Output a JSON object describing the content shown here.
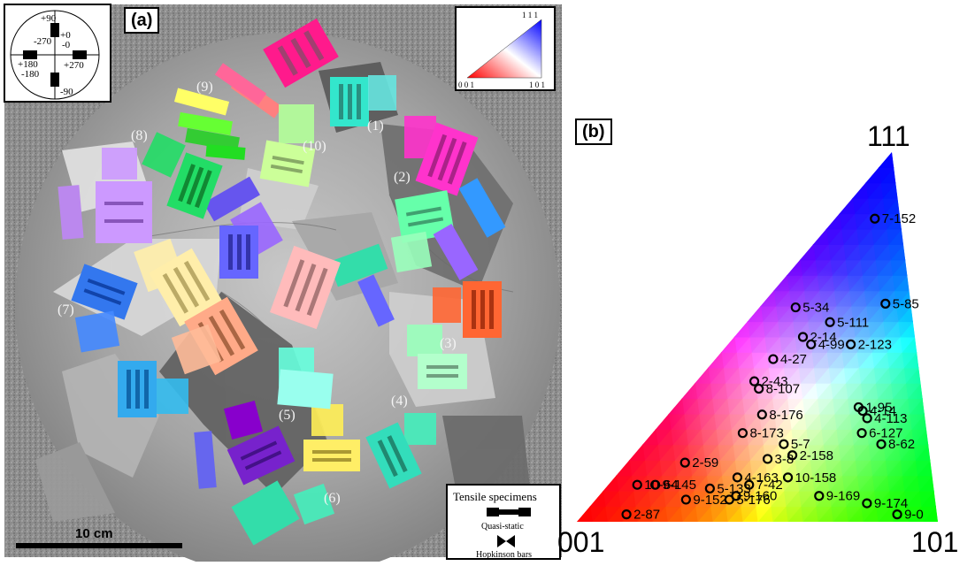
{
  "panel_a": {
    "label": "(a)",
    "orientation_key": [
      "+90",
      "-270",
      "+0",
      "-0",
      "+180",
      "-180",
      "+270",
      "-90"
    ],
    "grain_labels": [
      "(1)",
      "(2)",
      "(3)",
      "(4)",
      "(5)",
      "(6)",
      "(7)",
      "(8)",
      "(9)",
      "(10)"
    ],
    "ipf_key_labels": {
      "top": "1 1 1",
      "left": "0 0 1",
      "right": "1 0 1"
    },
    "scale_bar": "10 cm",
    "legend": {
      "title": "Tensile specimens",
      "quasi_static": "Quasi-static",
      "hopkinson": "Hopkinson bars"
    }
  },
  "panel_b": {
    "label": "(b)",
    "corner_labels": {
      "top": "111",
      "left": "001",
      "right": "101"
    }
  },
  "chart_data": {
    "type": "scatter",
    "title": "",
    "coordinate_system": "inverse pole figure (cubic standard triangle 001-101-111)",
    "colors": {
      "001": "#ff0000",
      "101": "#00ff00",
      "111": "#0000ff"
    },
    "points": [
      {
        "label": "5-34",
        "a": 0.32,
        "b": 0.58
      },
      {
        "label": "7-152",
        "a": 0.07,
        "b": 0.82
      },
      {
        "label": "2-14",
        "a": 0.31,
        "b": 0.5
      },
      {
        "label": "5-111",
        "a": 0.23,
        "b": 0.54
      },
      {
        "label": "4-27",
        "a": 0.4,
        "b": 0.44
      },
      {
        "label": "4-99",
        "a": 0.29,
        "b": 0.48
      },
      {
        "label": "5-85",
        "a": 0.07,
        "b": 0.59
      },
      {
        "label": "2-43",
        "a": 0.46,
        "b": 0.38
      },
      {
        "label": "2-123",
        "a": 0.18,
        "b": 0.48
      },
      {
        "label": "8-107",
        "a": 0.45,
        "b": 0.36
      },
      {
        "label": "8-176",
        "a": 0.45,
        "b": 0.29
      },
      {
        "label": "1-95",
        "a": 0.18,
        "b": 0.31
      },
      {
        "label": "8-173",
        "a": 0.51,
        "b": 0.24
      },
      {
        "label": "4-14",
        "a": 0.17,
        "b": 0.3
      },
      {
        "label": "4-113",
        "a": 0.16,
        "b": 0.28
      },
      {
        "label": "5-7",
        "a": 0.4,
        "b": 0.21
      },
      {
        "label": "2-59",
        "a": 0.68,
        "b": 0.16
      },
      {
        "label": "6-127",
        "a": 0.18,
        "b": 0.24
      },
      {
        "label": "3-8",
        "a": 0.45,
        "b": 0.17
      },
      {
        "label": "2-158",
        "a": 0.38,
        "b": 0.18
      },
      {
        "label": "8-62",
        "a": 0.13,
        "b": 0.21
      },
      {
        "label": "4-163",
        "a": 0.54,
        "b": 0.12
      },
      {
        "label": "10-64",
        "a": 0.82,
        "b": 0.1
      },
      {
        "label": "9-145",
        "a": 0.77,
        "b": 0.1
      },
      {
        "label": "5-133",
        "a": 0.62,
        "b": 0.09
      },
      {
        "label": "7-42",
        "a": 0.51,
        "b": 0.1
      },
      {
        "label": "10-158",
        "a": 0.4,
        "b": 0.12
      },
      {
        "label": "9-152",
        "a": 0.69,
        "b": 0.06
      },
      {
        "label": "9-160",
        "a": 0.55,
        "b": 0.07
      },
      {
        "label": "5-176",
        "a": 0.57,
        "b": 0.06
      },
      {
        "label": "9-169",
        "a": 0.32,
        "b": 0.07
      },
      {
        "label": "9-174",
        "a": 0.19,
        "b": 0.05
      },
      {
        "label": "2-87",
        "a": 0.86,
        "b": 0.02
      },
      {
        "label": "9-0",
        "a": 0.11,
        "b": 0.02
      }
    ]
  }
}
